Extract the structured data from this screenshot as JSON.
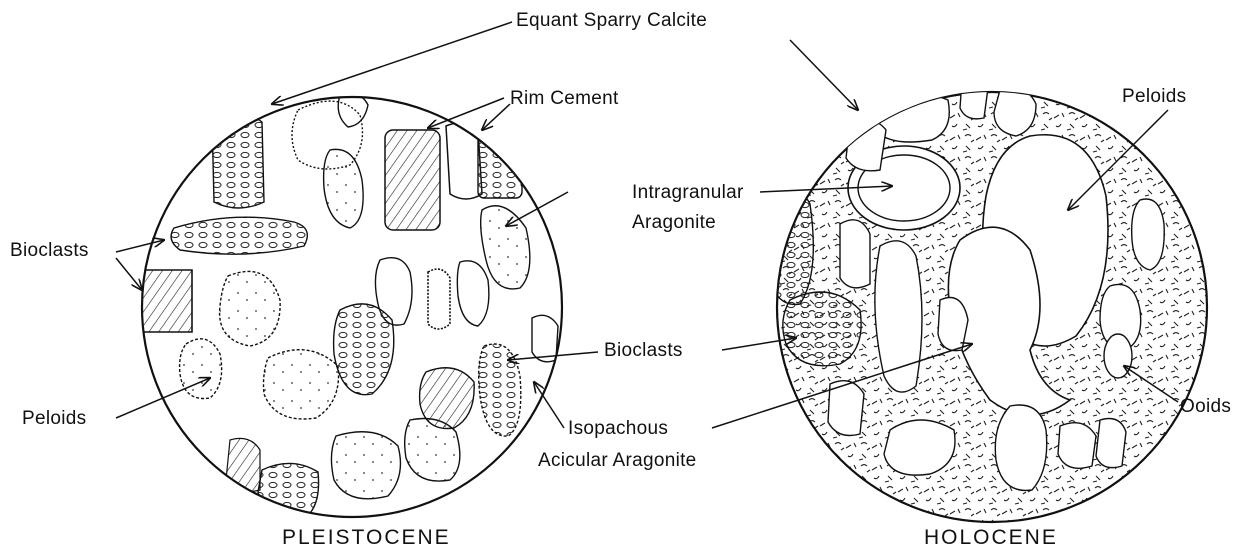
{
  "labels": {
    "equant_sparry_calcite": "Equant Sparry Calcite",
    "rim_cement": "Rim Cement",
    "peloids_right": "Peloids",
    "intragranular_line1": "Intragranular",
    "intragranular_line2": "Aragonite",
    "bioclasts_left": "Bioclasts",
    "bioclasts_center": "Bioclasts",
    "peloids_left": "Peloids",
    "ooids": "Ooids",
    "isopachous_line1": "Isopachous",
    "isopachous_line2": "Acicular Aragonite"
  },
  "titles": {
    "left": "PLEISTOCENE",
    "right": "HOLOCENE"
  }
}
